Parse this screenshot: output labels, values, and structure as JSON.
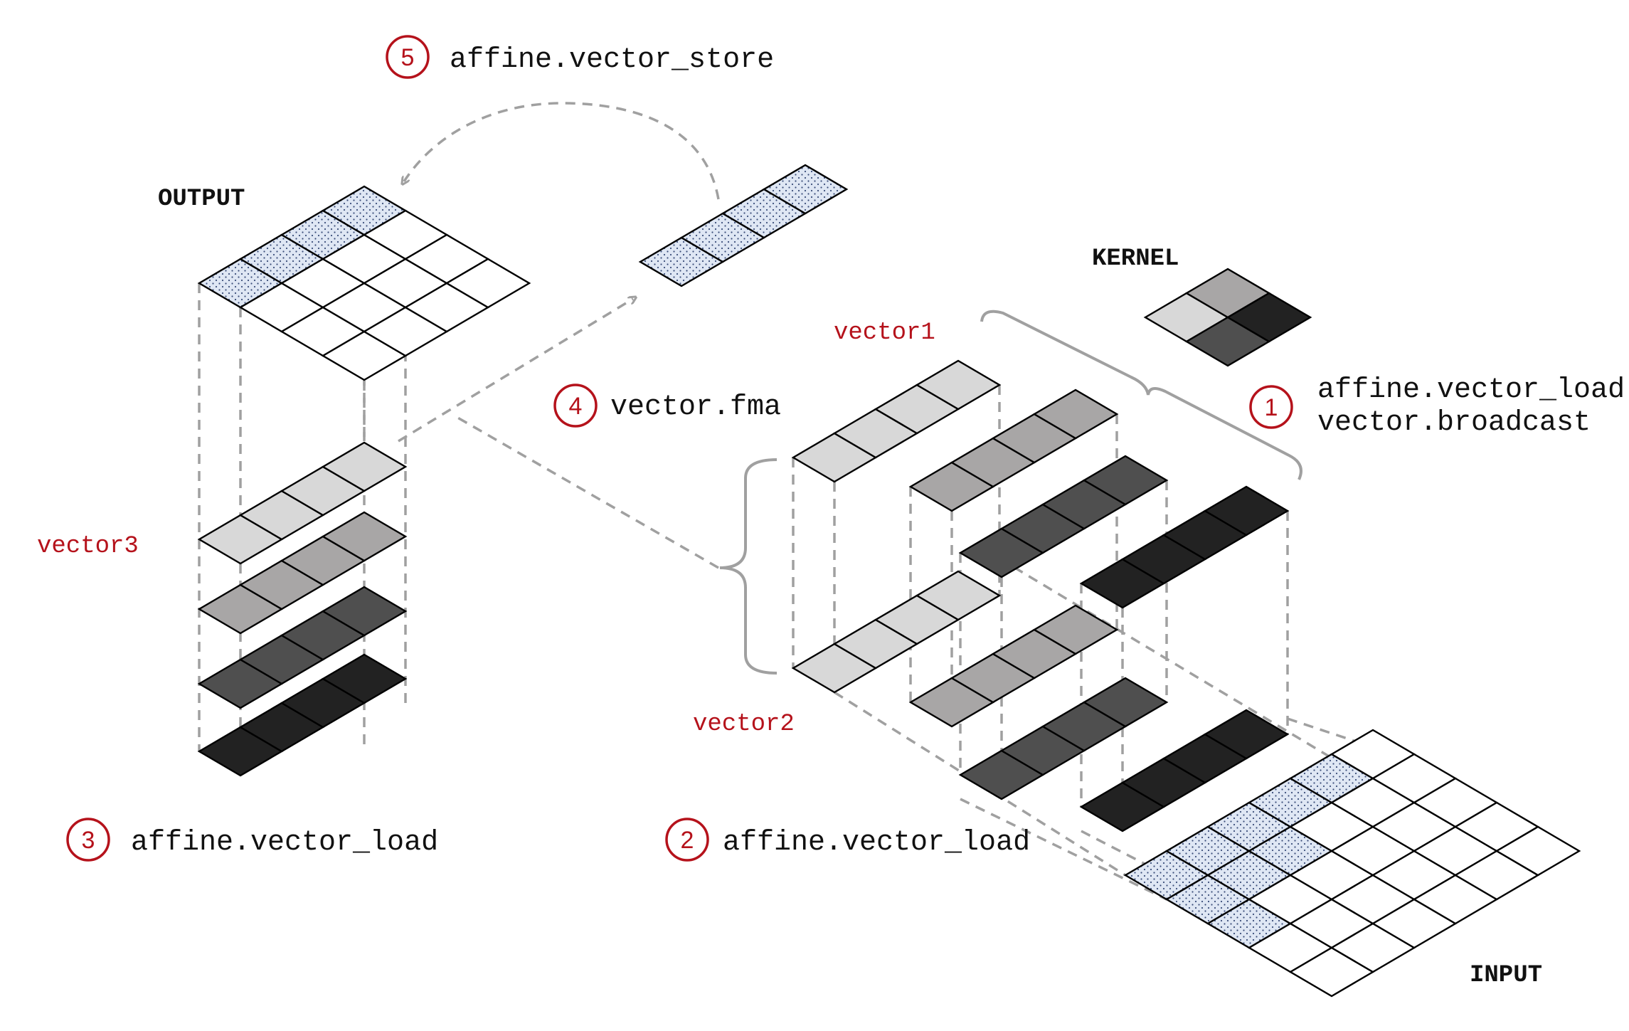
{
  "labels": {
    "output": "OUTPUT",
    "kernel": "KERNEL",
    "input": "INPUT",
    "vector1": "vector1",
    "vector2": "vector2",
    "vector3": "vector3"
  },
  "steps": [
    {
      "number": "1",
      "lines": [
        "affine.vector_load",
        "vector.broadcast"
      ]
    },
    {
      "number": "2",
      "lines": [
        "affine.vector_load"
      ]
    },
    {
      "number": "3",
      "lines": [
        "affine.vector_load"
      ]
    },
    {
      "number": "4",
      "lines": [
        "vector.fma"
      ]
    },
    {
      "number": "5",
      "lines": [
        "affine.vector_store"
      ]
    }
  ],
  "colors": {
    "accent": "#b5121b",
    "shade_light": "#d8d8d8",
    "shade_mid": "#a8a6a6",
    "shade_dark": "#4f4f4f",
    "shade_darkest": "#222222",
    "dotted_fill": "#dfe7f4",
    "connector": "#a0a0a0"
  }
}
